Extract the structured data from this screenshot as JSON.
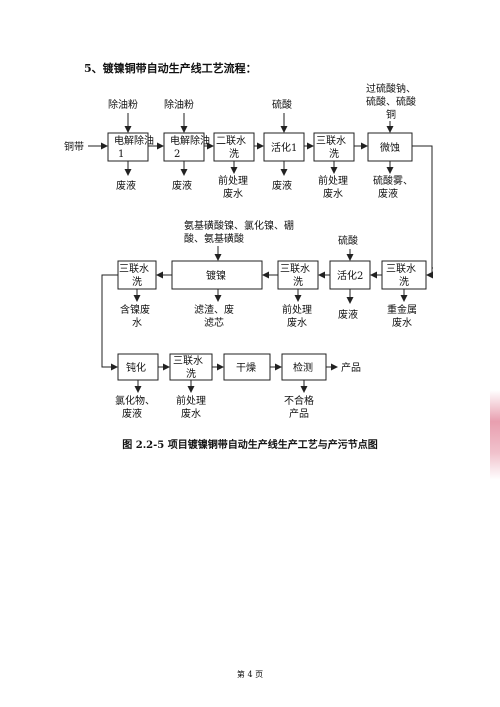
{
  "heading": "5、镀镍铜带自动生产线工艺流程：",
  "figure_caption": "图 2.2-5 项目镀镍铜带自动生产线生产工艺与产污节点图",
  "page_number": "第 4 页",
  "input": "铜带",
  "output": "产品",
  "steps": {
    "electrolytic_degrease_1": "电解除油1",
    "electrolytic_degrease_2": "电解除油2",
    "triple_rinse_1": "二联水洗",
    "activation_1": "活化1",
    "triple_rinse_2": "三联水洗",
    "micro_etch": "微蚀",
    "triple_rinse_3": "三联水洗",
    "activation_2": "活化2",
    "triple_rinse_4": "三联水洗",
    "nickel_plating": "镀镍",
    "triple_rinse_5": "三联水洗",
    "passivation": "钝化",
    "triple_rinse_6": "三联水洗",
    "drying": "干燥",
    "inspection": "检测"
  },
  "inputs": {
    "degreasing_powder_1": "除油粉",
    "degreasing_powder_2": "除油粉",
    "sulfuric_acid_1": "硫酸",
    "micro_etch_chemicals": "过硫酸钠、硫酸、硫酸铜",
    "sulfuric_acid_2": "硫酸",
    "plating_chemicals": "氨基磺酸镍、氯化镍、硼酸、氨基磺酸"
  },
  "outputs": {
    "waste_liquid_1": "废液",
    "waste_liquid_2": "废液",
    "pretreat_wastewater_1": "前处理废水",
    "waste_liquid_3": "废液",
    "pretreat_wastewater_2": "前处理废水",
    "micro_etch_waste": "硫酸雾、废液",
    "heavy_metal_wastewater": "重金属废水",
    "waste_liquid_4": "废液",
    "pretreat_wastewater_3": "前处理废水",
    "filter_residue": "滤渣、废滤芯",
    "nickel_wastewater": "含镍废水",
    "passivation_waste": "氯化物、废液",
    "pretreat_wastewater_4": "前处理废水",
    "reject_products": "不合格产品"
  }
}
